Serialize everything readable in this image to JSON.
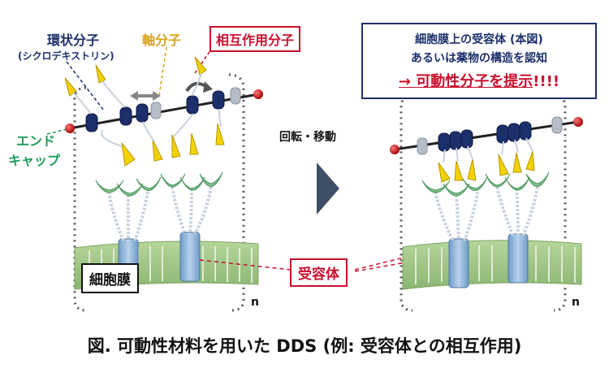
{
  "labels": {
    "ring_molecule": "環状分子",
    "ring_molecule_sub": "(シクロデキストリン)",
    "axis_molecule": "軸分子",
    "interaction_molecule": "相互作用分子",
    "endcap_line1": "エンド",
    "endcap_line2": "キャップ",
    "cell_membrane": "細胞膜",
    "receptor": "受容体",
    "rotate_move": "回転・移動",
    "n_left": "n",
    "n_right": "n"
  },
  "recognition": {
    "line1": "細胞膜上の受容体 (本図)",
    "line2": "あるいは薬物の構造を認知",
    "line3_arrow": "→ ",
    "line3_main": "可動性分子を提示",
    "line3_marks": "!!!!"
  },
  "caption": "図. 可動性材料を用いた DDS (例: 受容体との相互作用)",
  "colors": {
    "navy": "#1c2f6b",
    "gold": "#d8a41a",
    "red": "#c8102e",
    "green": "#1e9d5a",
    "cup_green": "#7dc08a",
    "membrane_green": "#a8c98a",
    "receptor_blue": "#8fb4d8"
  },
  "icons": {
    "arrow": "play-right-icon",
    "rotate": "rotate-arrow-icon",
    "move": "double-arrow-icon"
  }
}
